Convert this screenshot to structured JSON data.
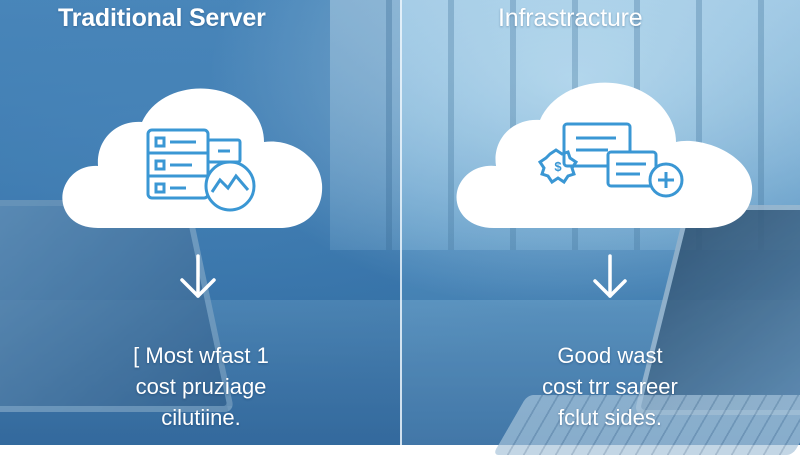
{
  "left_panel": {
    "title": "Traditional Server",
    "cloud_icon": "server-monitor-icon",
    "arrow_icon": "arrow-down-icon",
    "caption_lines": [
      "[ Most wfast 1",
      "cost pruziage",
      "cilutiine."
    ]
  },
  "right_panel": {
    "title": "Infrastracture",
    "cloud_icon": "cloud-billing-icon",
    "arrow_icon": "arrow-down-icon",
    "caption_lines": [
      "Good wast",
      "cost trr sareer",
      "fclut sides."
    ]
  },
  "colors": {
    "icon_blue": "#3a97d4",
    "cloud_white": "#ffffff",
    "background_blue": "#3f7fb5"
  }
}
